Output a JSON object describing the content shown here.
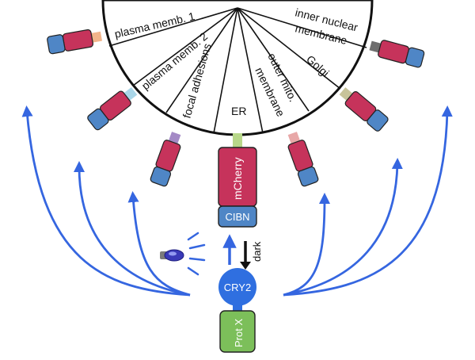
{
  "sectors": [
    "plasma memb. 1",
    "plasma memb. 2",
    "focal adhesions",
    "ER",
    "outer mito. membrane",
    "Golgi",
    "inner nuclear membrane"
  ],
  "center_protein": {
    "top_label": "mCherry",
    "anchor_label": "CIBN",
    "partner_label": "CRY2",
    "cargo_label": "Prot X",
    "dark_label": "dark"
  },
  "colors": {
    "mcherry": "#c6335b",
    "cibn": "#4f86c6",
    "cry2": "#2f6fe0",
    "protx": "#7cbf5a",
    "arrow": "#3566e0",
    "linker_plasma1": "#f2b48a",
    "linker_plasma2": "#a9d6e8",
    "linker_focal": "#a48ac6",
    "linker_er": "#b8d88a",
    "linker_mito": "#e8a8a8",
    "linker_golgi": "#c8c49a",
    "linker_nuclear": "#6e6e6e"
  },
  "icons": [
    "light-bulb-icon"
  ]
}
